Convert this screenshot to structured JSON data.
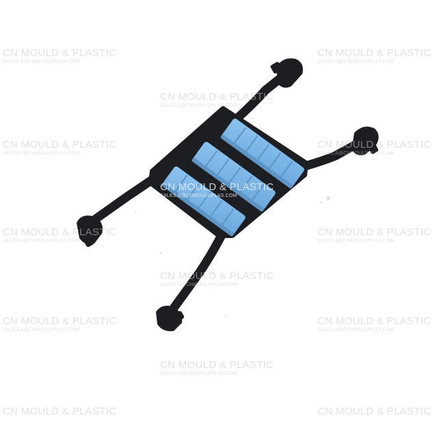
{
  "image": {
    "subject": "black plastic bracket frame with blue rubber pads",
    "colors": {
      "background": "#ffffff",
      "frame": "#1d1e21",
      "pad": "#7fb6e6",
      "pad_shadow": "#5d95c7",
      "watermark": "#c8c8c8"
    }
  },
  "watermark": {
    "title": "CN MOULD & PLASTIC",
    "email": "SALES.A@CNMOULDPLAS.COM"
  }
}
